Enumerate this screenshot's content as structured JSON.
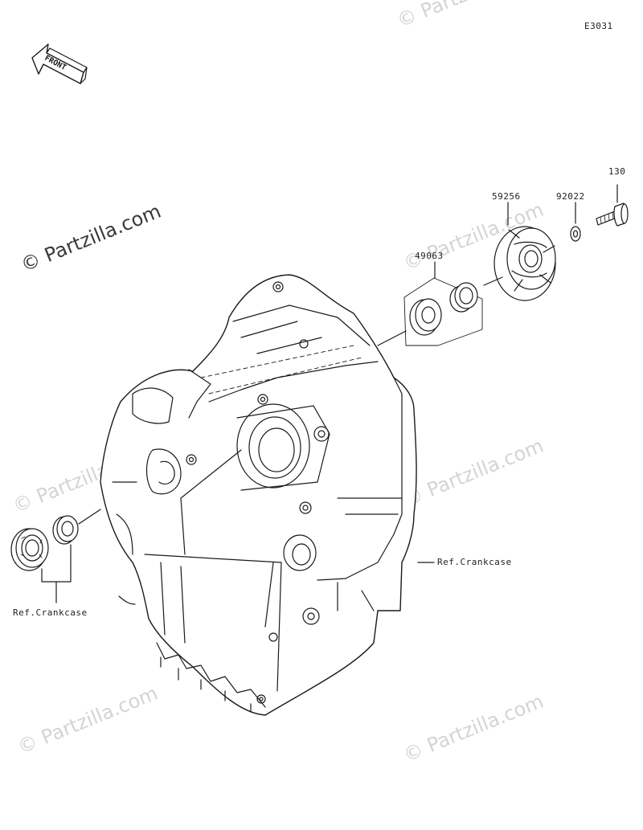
{
  "diagram_code": "E3031",
  "front_label": "FRONT",
  "watermark": "© Partzilla.com",
  "parts": {
    "p130": "130",
    "p92022": "92022",
    "p59256": "59256",
    "p49063": "49063",
    "ref_left": "Ref.Crankcase",
    "ref_right": "Ref.Crankcase"
  }
}
